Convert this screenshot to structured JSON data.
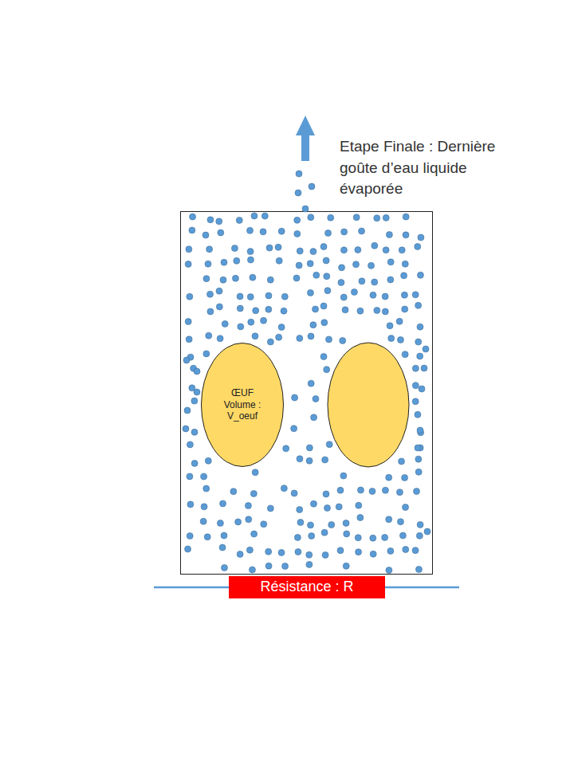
{
  "diagram": {
    "nodes": [
      {
        "text": [
          "ŒUF Volume : V_oeuf"
        ]
      },
      {
        "text": [
          "Résistance : R"
        ]
      }
    ],
    "labels": [
      "Etape Finale : Dernière goûte d’eau liquide évaporée"
    ]
  }
}
